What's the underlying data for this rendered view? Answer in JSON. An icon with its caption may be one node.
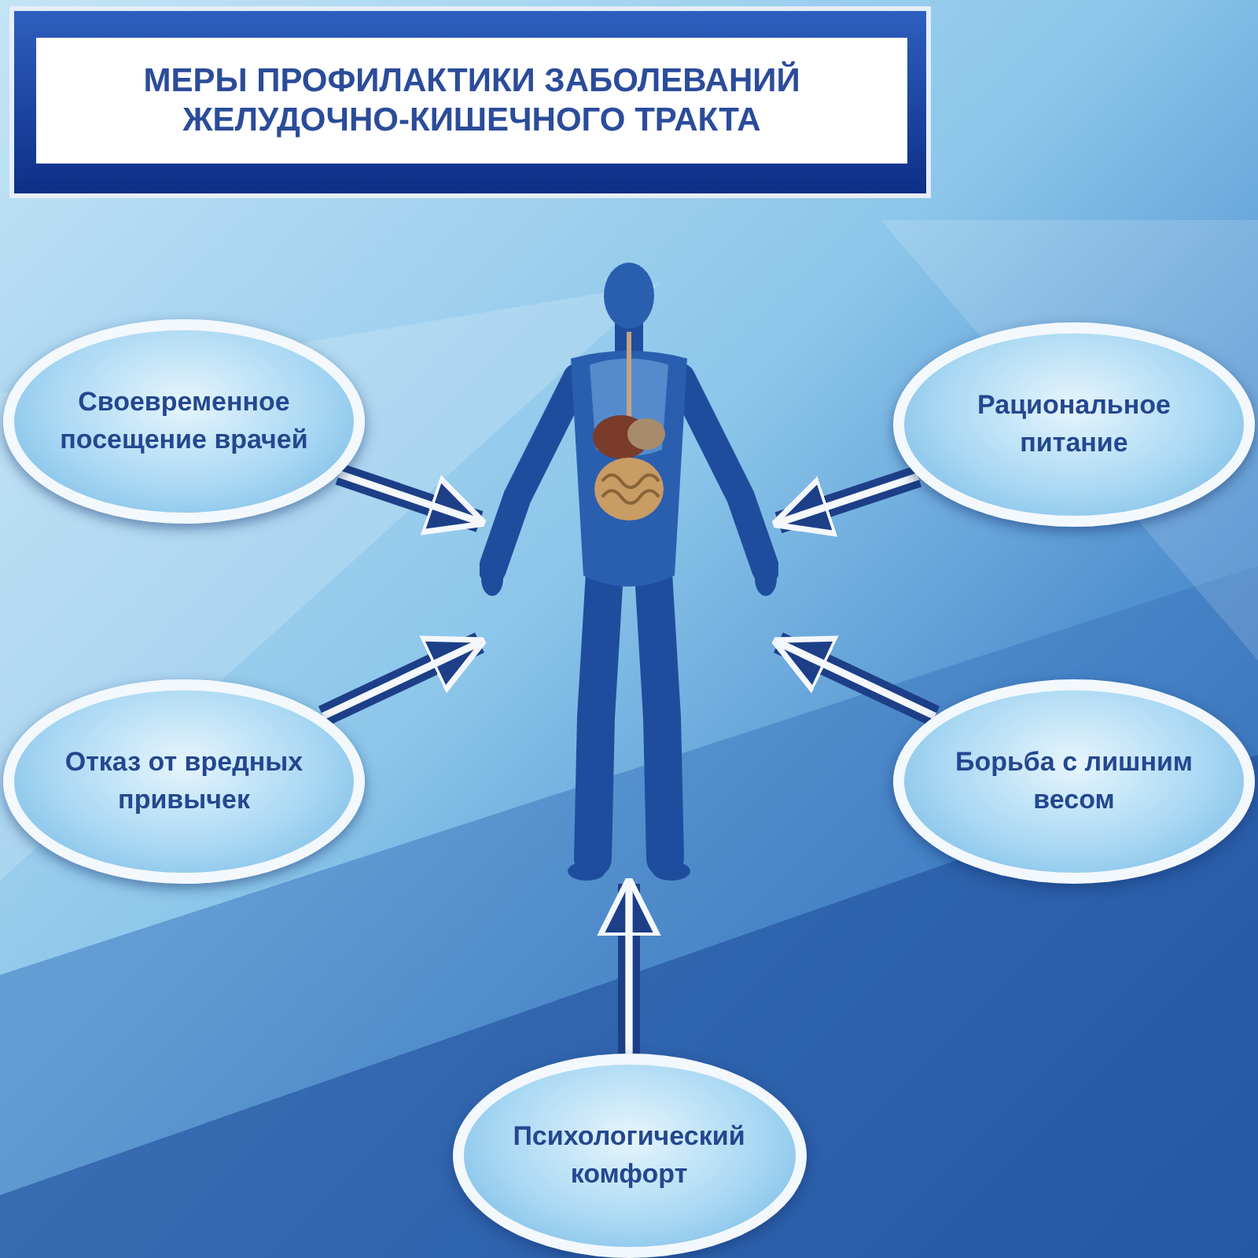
{
  "diagram": {
    "title": "МЕРЫ ПРОФИЛАКТИКИ ЗАБОЛЕВАНИЙ ЖЕЛУДОЧНО-КИШЕЧНОГО ТРАКТА",
    "nodes": [
      {
        "text": [
          "Своевременное посещение врачей"
        ]
      },
      {
        "text": [
          "Рациональное питание"
        ]
      },
      {
        "text": [
          "Отказ от вредных привычек"
        ]
      },
      {
        "text": [
          "Борьба с лишним весом"
        ]
      },
      {
        "text": [
          "Психологический комфорт"
        ]
      },
      {
        "text": [],
        "shape": "person"
      }
    ],
    "edges": [
      {
        "from": 0,
        "to": 5,
        "arrow": "to"
      },
      {
        "from": 1,
        "to": 5,
        "arrow": "to"
      },
      {
        "from": 2,
        "to": 5,
        "arrow": "to"
      },
      {
        "from": 3,
        "to": 5,
        "arrow": "to"
      },
      {
        "from": 4,
        "to": 5,
        "arrow": "to"
      }
    ]
  }
}
